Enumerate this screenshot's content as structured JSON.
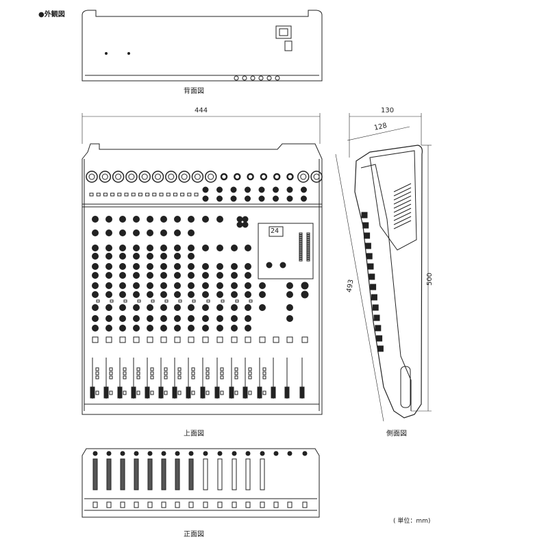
{
  "heading": "●外観図",
  "views": {
    "rear": "背面図",
    "top": "上面図",
    "side": "側面図",
    "front": "正面図"
  },
  "dimensions": {
    "width": "444",
    "depth": "130",
    "depth_inner": "128",
    "length_slant": "493",
    "height": "500"
  },
  "units": "( 単位：mm)",
  "display_readout": "24"
}
